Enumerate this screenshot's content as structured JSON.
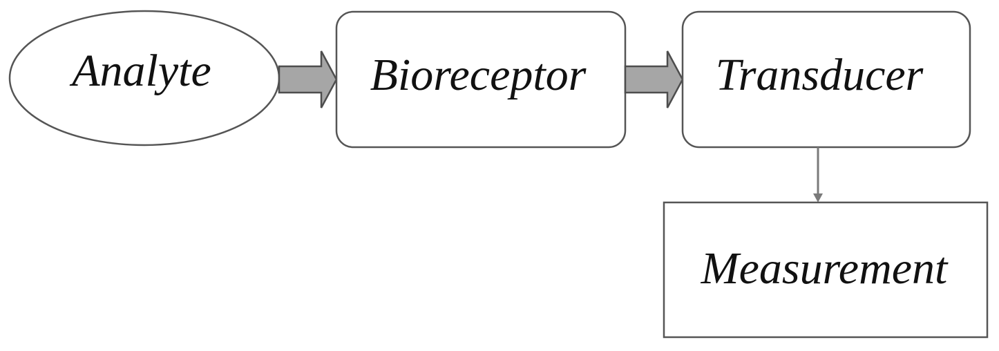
{
  "diagram": {
    "nodes": {
      "analyte": {
        "label": "Analyte"
      },
      "bioreceptor": {
        "label": "Bioreceptor"
      },
      "transducer": {
        "label": "Transducer"
      },
      "measurement": {
        "label": "Measurement"
      }
    },
    "colors": {
      "stroke": "#555555",
      "arrow_fill": "#a6a6a6",
      "arrow_stroke": "#4d4d4d",
      "connector": "#7a7a7a",
      "text": "#111111"
    }
  }
}
